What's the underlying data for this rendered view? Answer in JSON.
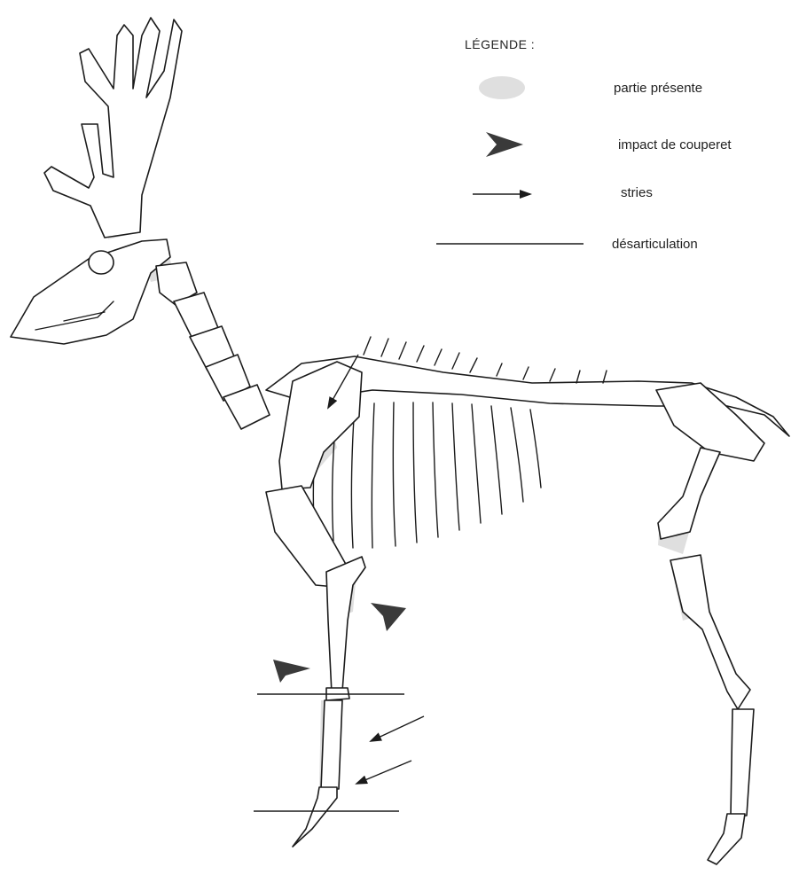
{
  "legend": {
    "title": "LÉGENDE :",
    "items": [
      {
        "key": "partie_presente",
        "label": "partie présente",
        "symbol": "grey-blot"
      },
      {
        "key": "impact",
        "label": "impact de couperet",
        "symbol": "arrowhead"
      },
      {
        "key": "stries",
        "label": "stries",
        "symbol": "arrow"
      },
      {
        "key": "desarticulation",
        "label": "désarticulation",
        "symbol": "line"
      }
    ]
  },
  "colors": {
    "line": "#1b1b1b",
    "present_fill": "#d9d9d9",
    "impact_fill": "#3a3a3a"
  },
  "annotations": {
    "impact_marks": 2,
    "stries_arrows": 3,
    "desarticulation_lines": 2
  }
}
